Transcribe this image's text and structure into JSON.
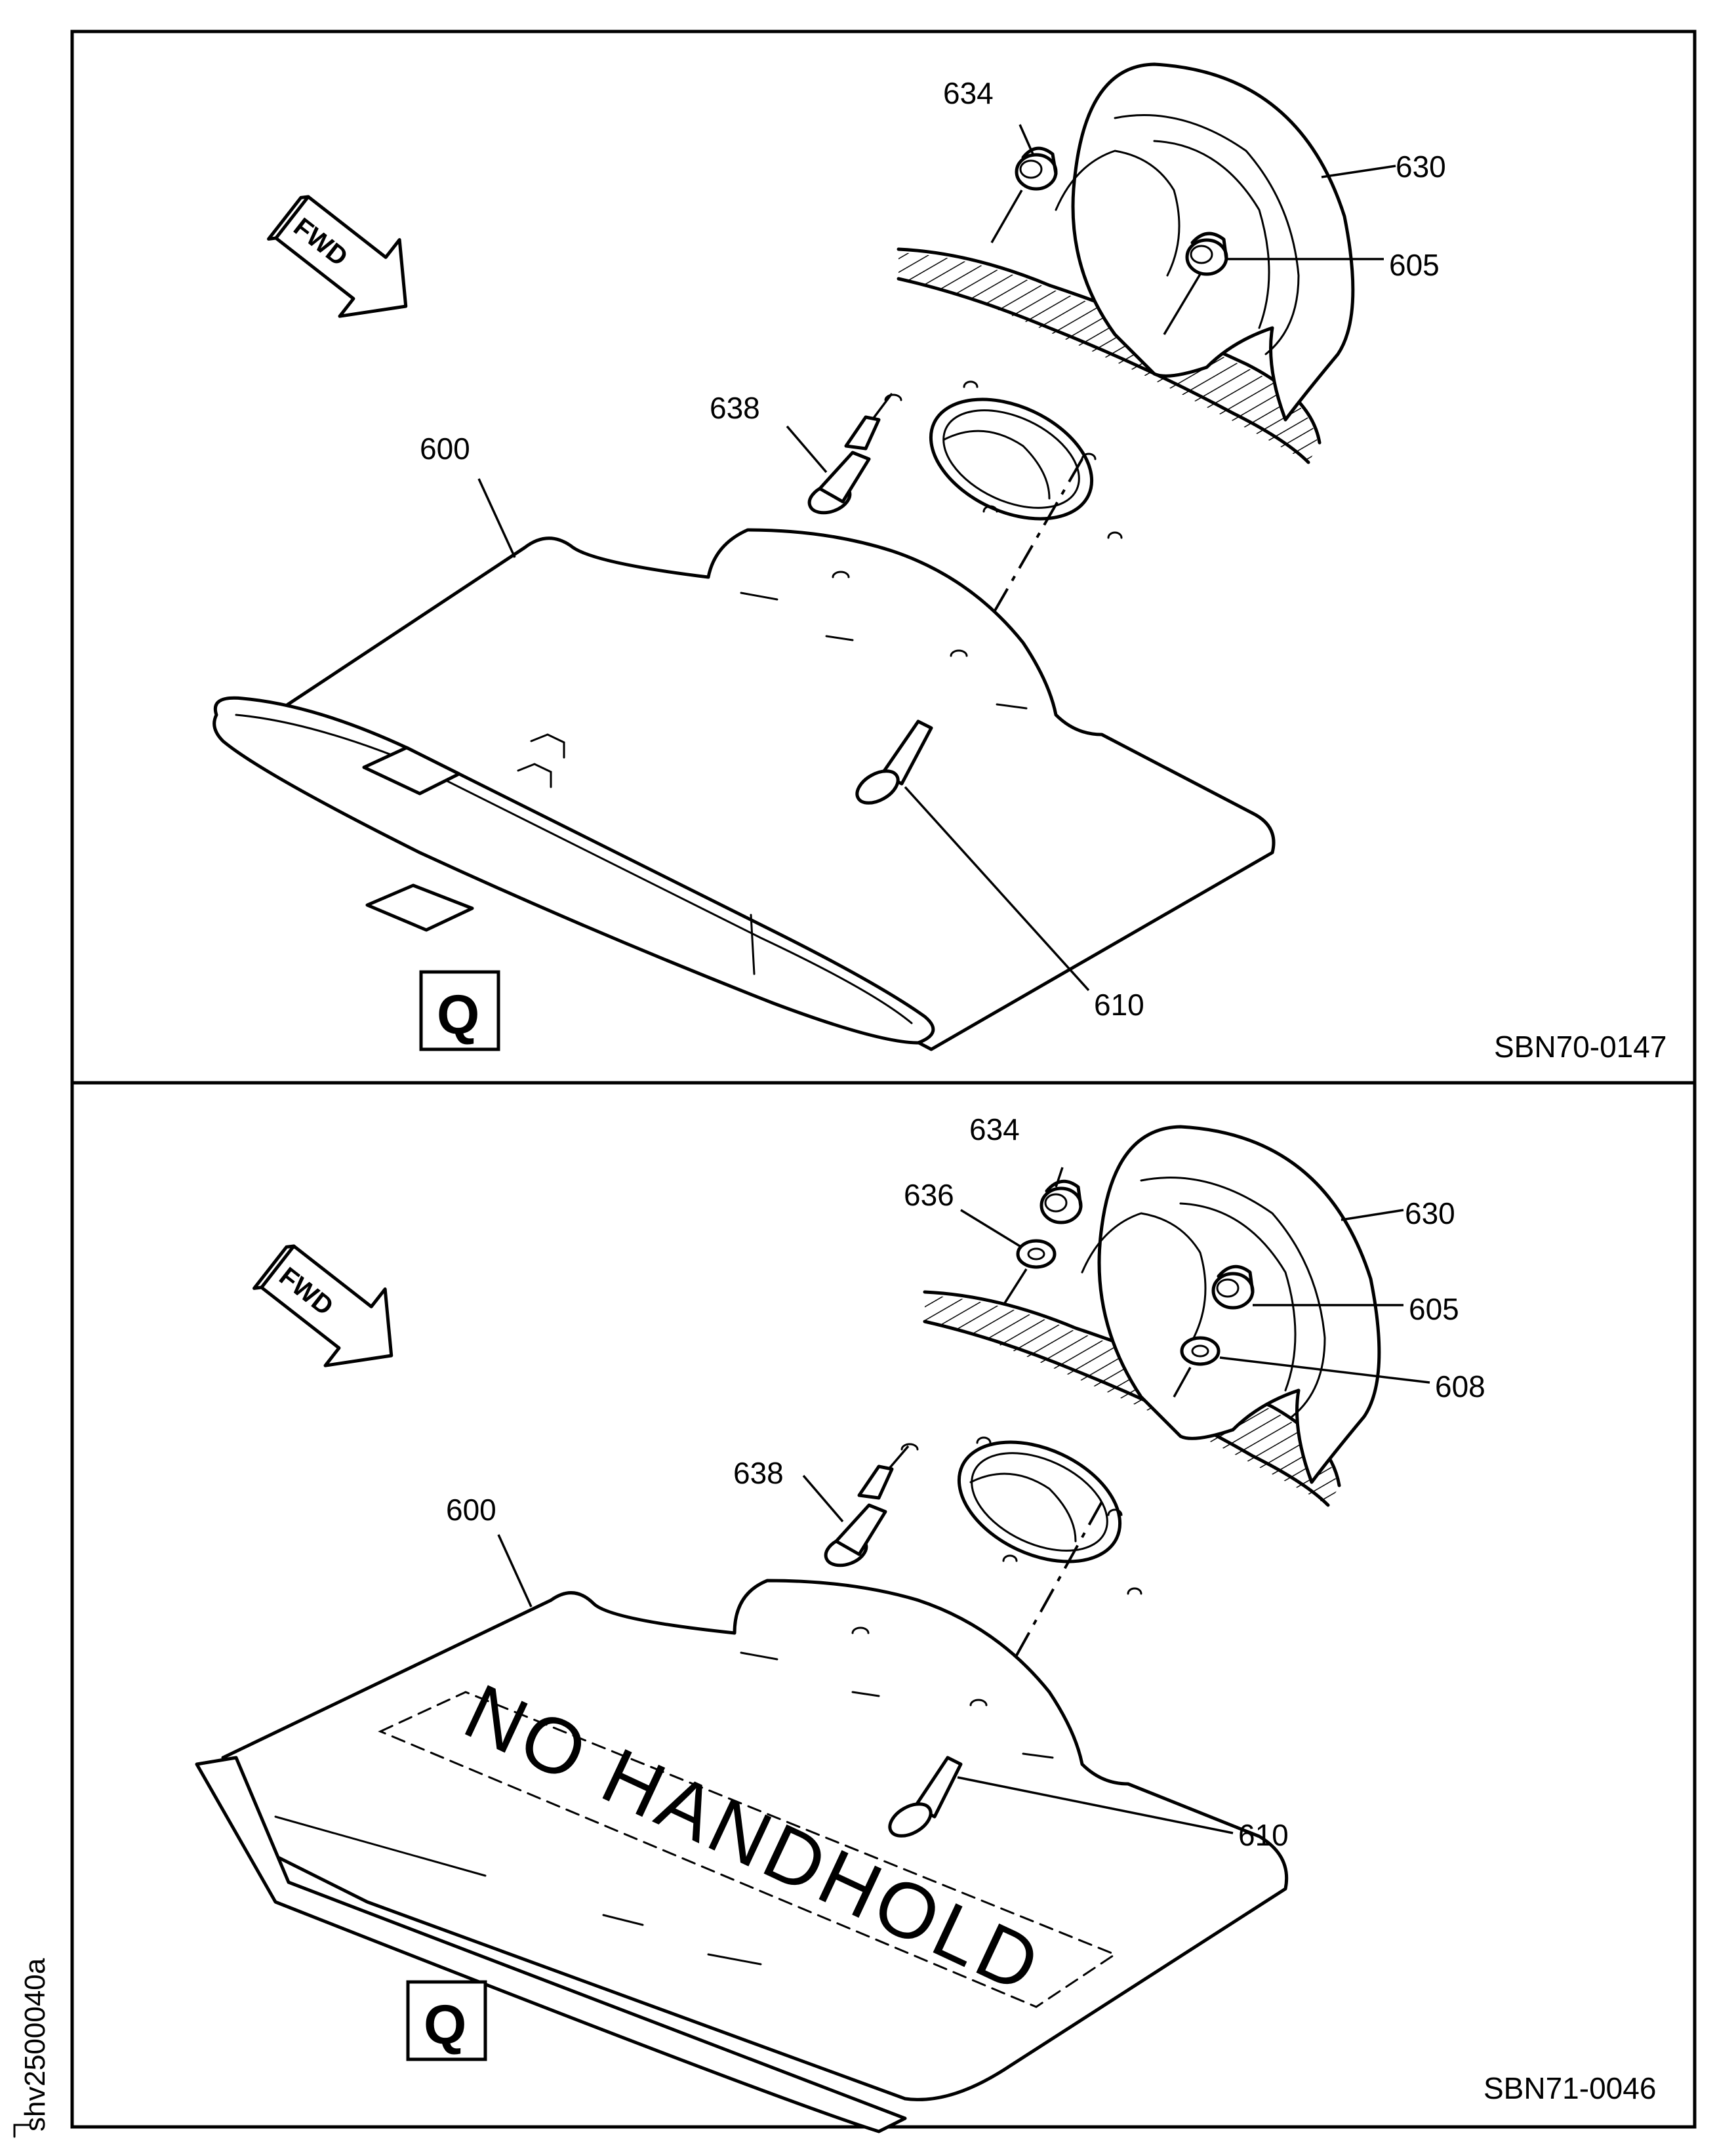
{
  "panels": [
    {
      "figure_code": "SBN70-0147",
      "view_letter": "Q",
      "fwd_label": "FWD",
      "callouts": [
        "634",
        "630",
        "605",
        "638",
        "600",
        "610"
      ]
    },
    {
      "figure_code": "SBN71-0046",
      "view_letter": "Q",
      "fwd_label": "FWD",
      "callouts": [
        "634",
        "636",
        "630",
        "605",
        "608",
        "638",
        "600",
        "610"
      ],
      "placard_text": "NO HANDHOLD"
    }
  ],
  "side_label": "shv2500040a"
}
